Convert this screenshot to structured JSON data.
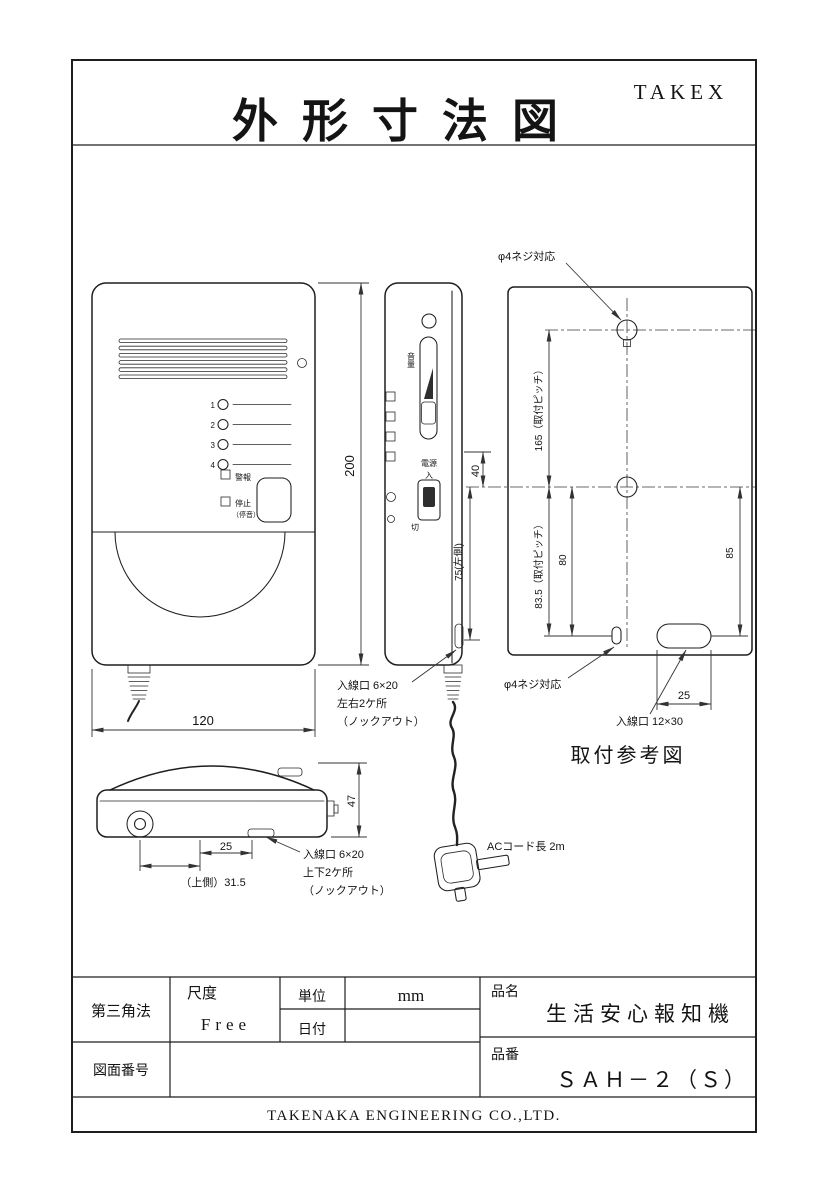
{
  "header": {
    "brand": "TAKEX",
    "title": "外形寸法図"
  },
  "front": {
    "leds": [
      "1",
      "2",
      "3",
      "4"
    ],
    "alarm_label": "警報",
    "stop_label": "停止",
    "stop_sub_label": "（停音）",
    "width": "120",
    "height": "200"
  },
  "side": {
    "volume": "音量",
    "power": "電源",
    "on": "入",
    "off": "切",
    "dim_40": "40",
    "dim_75": "75(左側)",
    "inlet1": "入線口 6×20",
    "inlet2": "左右2ケ所",
    "inlet3": "（ノックアウト）"
  },
  "cord": {
    "label": "ACコード長 2m"
  },
  "mount": {
    "caption": "取付参考図",
    "screw_top": "φ4ネジ対応",
    "screw_bottom": "φ4ネジ対応",
    "pitch_165": "165（取付ピッチ）",
    "dim_80": "80",
    "pitch_83_5": "83.5（取付ピッチ）",
    "dim_85": "85",
    "dim_25": "25",
    "inlet": "入線口 12×30"
  },
  "bottom": {
    "dim_47": "47",
    "dim_25": "25",
    "dim_31_5": "（上側）31.5",
    "inlet1": "入線口 6×20",
    "inlet2": "上下2ケ所",
    "inlet3": "（ノックアウト）"
  },
  "title_block": {
    "projection": "第三角法",
    "scale_label": "尺度",
    "scale": "Free",
    "unit_label": "単位",
    "unit": "mm",
    "date_label": "日付",
    "date": "",
    "name_label": "品名",
    "name": "生活安心報知機",
    "number_label": "品番",
    "number": "ＳＡＨ－２（Ｓ）",
    "drawing_no_label": "図面番号",
    "drawing_no": ""
  },
  "footer": {
    "company": "TAKENAKA ENGINEERING CO.,LTD."
  }
}
